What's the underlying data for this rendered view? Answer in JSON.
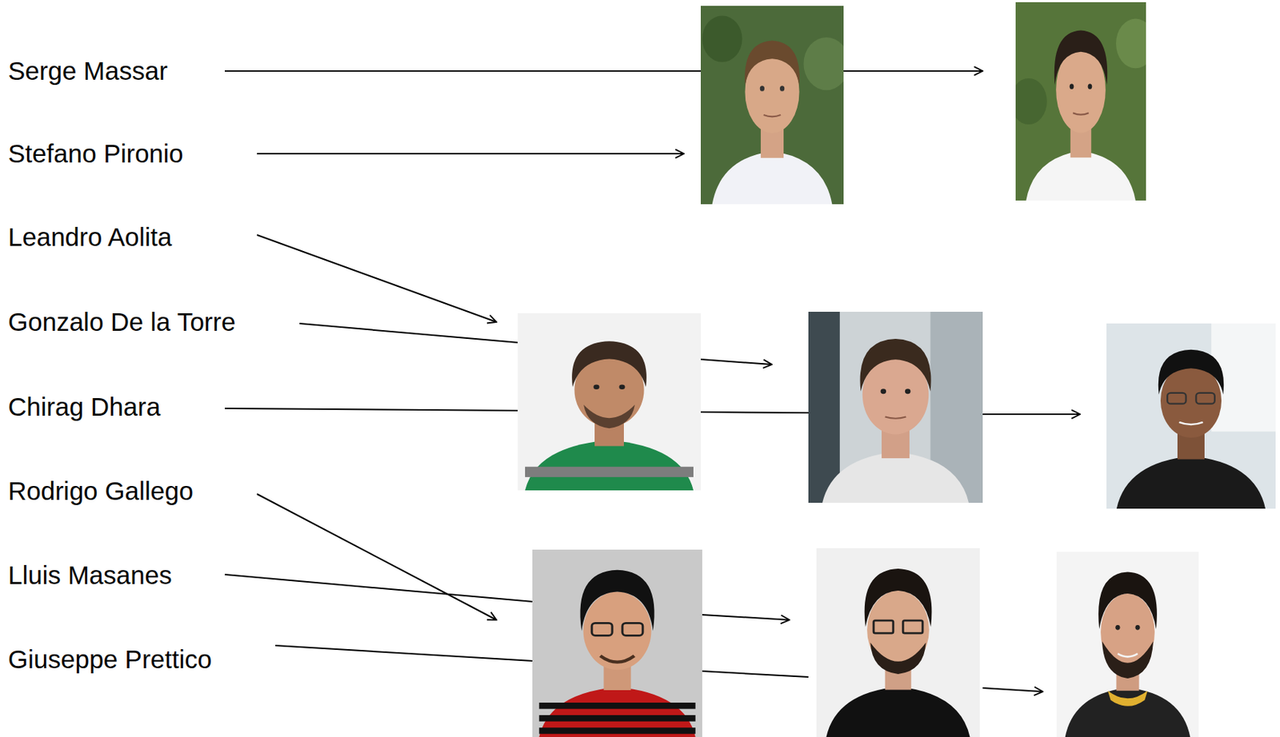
{
  "diagram": {
    "labels": [
      "Serge Massar",
      "Stefano Pironio",
      "Leandro Aolita",
      "Gonzalo De la Torre",
      "Chirag Dhara",
      "Rodrigo Gallego",
      "Lluis Masanes",
      "Giuseppe Prettico"
    ]
  }
}
